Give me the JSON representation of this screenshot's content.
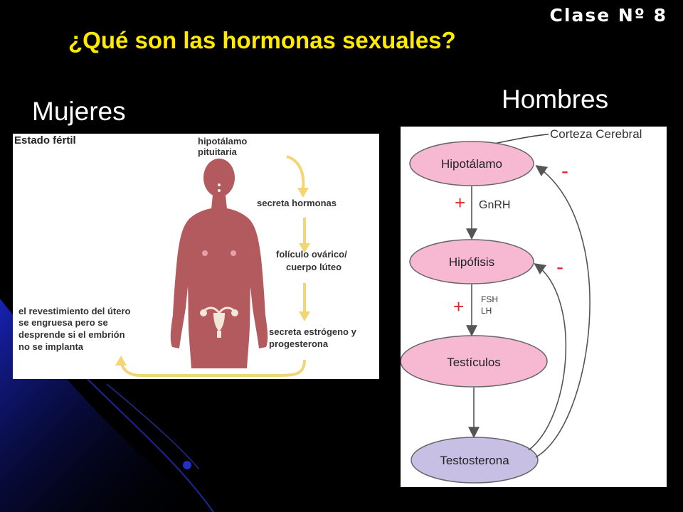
{
  "slide": {
    "title": "¿Qué son las hormonas sexuales?",
    "class_label": "Clase Nº 8",
    "label_women": "Mujeres",
    "label_men": "Hombres"
  },
  "women_diagram": {
    "state_label": "Estado fértil",
    "steps": [
      [
        "hipotálamo",
        "pituitaria"
      ],
      [
        "secreta hormonas"
      ],
      [
        "folículo ovárico/",
        "cuerpo lúteo"
      ],
      [
        "secreta estrógeno y",
        "progesterona"
      ]
    ],
    "uterus_text": [
      "el revestimiento del útero",
      "se engruesa pero se",
      "desprende si el embrión",
      "no se implanta"
    ]
  },
  "men_diagram": {
    "cortex": "Corteza Cerebral",
    "nodes": [
      "Hipotálamo",
      "Hipófisis",
      "Testículos",
      "Testosterona"
    ],
    "edge_labels": {
      "gnrh": "GnRH",
      "fsh": "FSH",
      "lh": "LH",
      "plus": "+",
      "minus": "-"
    }
  },
  "colors": {
    "title": "#ffea00",
    "body_silhouette": "#b35a5e",
    "arrow_yellow": "#f2d675",
    "node_pink": "#f7b8d2",
    "node_purple": "#c7bfe4",
    "sign_red": "#d7282e"
  }
}
